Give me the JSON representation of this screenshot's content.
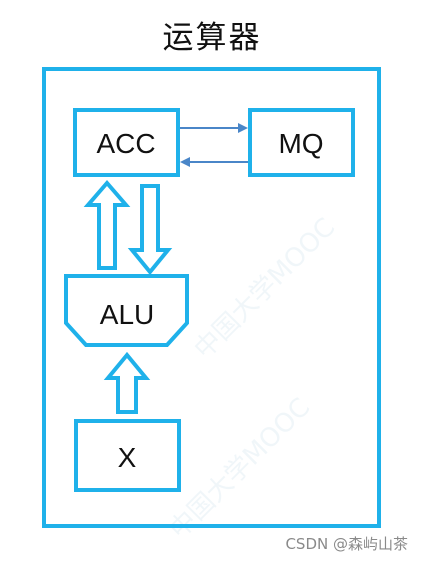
{
  "title": "运算器",
  "blocks": {
    "acc": "ACC",
    "mq": "MQ",
    "alu": "ALU",
    "x": "X"
  },
  "watermark": "中国大学MOOC",
  "credit": "CSDN @森屿山茶",
  "colors": {
    "outline": "#1fb1ea",
    "thin_arrow": "#4a86c8",
    "text": "#111111"
  }
}
